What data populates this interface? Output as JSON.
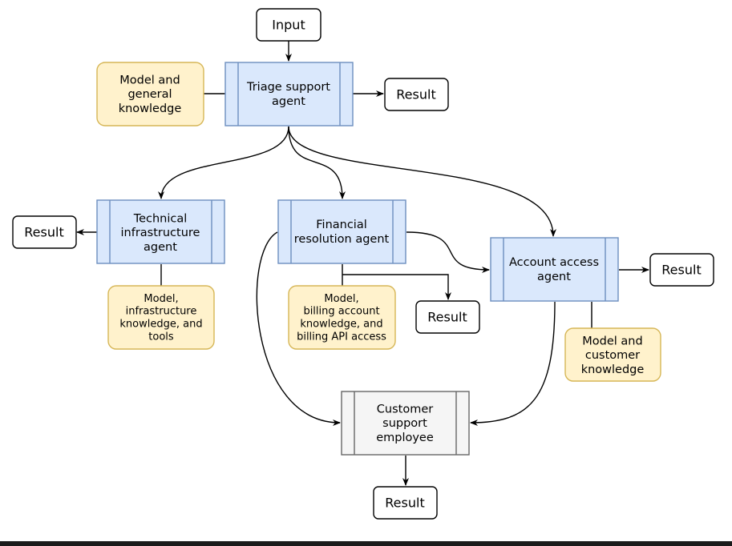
{
  "nodes": {
    "input": {
      "lines": [
        "Input"
      ]
    },
    "triage": {
      "lines": [
        "Triage support",
        "agent"
      ]
    },
    "triage_knowledge": {
      "lines": [
        "Model and",
        "general",
        "knowledge"
      ]
    },
    "triage_result": {
      "lines": [
        "Result"
      ]
    },
    "technical": {
      "lines": [
        "Technical",
        "infrastructure",
        "agent"
      ]
    },
    "technical_result": {
      "lines": [
        "Result"
      ]
    },
    "technical_knowledge": {
      "lines": [
        "Model,",
        "infrastructure",
        "knowledge, and",
        "tools"
      ]
    },
    "financial": {
      "lines": [
        "Financial",
        "resolution agent"
      ]
    },
    "financial_knowledge": {
      "lines": [
        "Model,",
        "billing account",
        "knowledge, and",
        "billing API access"
      ]
    },
    "financial_result": {
      "lines": [
        "Result"
      ]
    },
    "account": {
      "lines": [
        "Account access",
        "agent"
      ]
    },
    "account_result": {
      "lines": [
        "Result"
      ]
    },
    "account_knowledge": {
      "lines": [
        "Model and",
        "customer",
        "knowledge"
      ]
    },
    "employee": {
      "lines": [
        "Customer",
        "support",
        "employee"
      ]
    },
    "employee_result": {
      "lines": [
        "Result"
      ]
    }
  },
  "colors": {
    "agent_fill": "#dae8fc",
    "agent_stroke": "#6c8ebf",
    "knowledge_fill": "#fff2cc",
    "knowledge_stroke": "#d6b656",
    "employee_fill": "#f5f5f5",
    "employee_stroke": "#666666",
    "result_stroke": "#000000",
    "edge": "#000000"
  }
}
